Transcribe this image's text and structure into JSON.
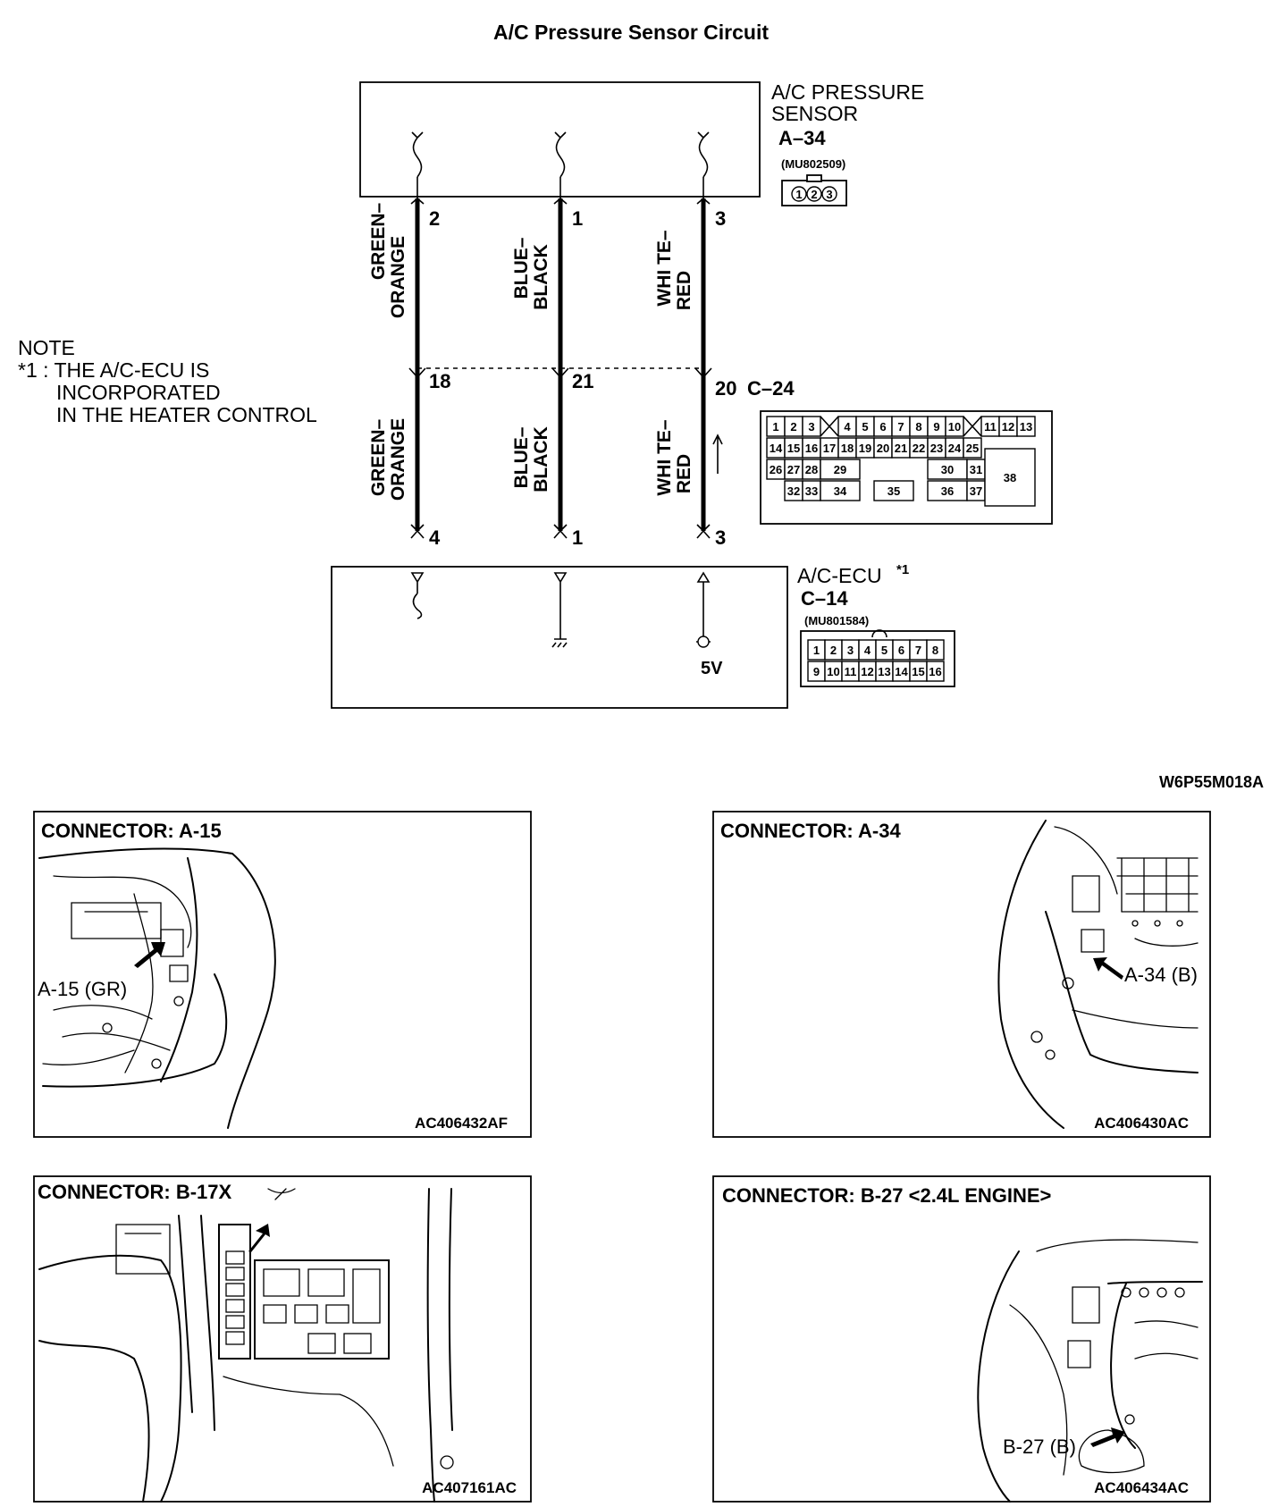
{
  "title": "A/C Pressure Sensor Circuit",
  "sensor": {
    "name_line1": "A/C PRESSURE",
    "name_line2": "SENSOR",
    "id": "A–34",
    "part": "(MU802509)",
    "pins": [
      "1",
      "2",
      "3"
    ]
  },
  "ecu": {
    "name": "A/C-ECU",
    "superscript": "*1",
    "id": "C–14",
    "part": "(MU801584)",
    "pins_row1": [
      "1",
      "2",
      "3",
      "4",
      "5",
      "6",
      "7",
      "8"
    ],
    "pins_row2": [
      "9",
      "10",
      "11",
      "12",
      "13",
      "14",
      "15",
      "16"
    ],
    "supply": "5V"
  },
  "mid_connector": {
    "id": "C–24",
    "row1": [
      "1",
      "2",
      "3",
      "4",
      "5",
      "6",
      "7",
      "8",
      "9",
      "10",
      "11",
      "12",
      "13"
    ],
    "row2": [
      "14",
      "15",
      "16",
      "17",
      "18",
      "19",
      "20",
      "21",
      "22",
      "23",
      "24",
      "25"
    ],
    "row3": [
      "26",
      "27",
      "28",
      "29",
      "30",
      "31"
    ],
    "row4": [
      "32",
      "33",
      "34",
      "35",
      "36",
      "37"
    ],
    "big_pin": "38"
  },
  "wires": [
    {
      "color_line1": "GREEN–",
      "color_line2": "ORANGE",
      "top_pin": "2",
      "mid_pin": "18",
      "bottom_pin": "4"
    },
    {
      "color_line1": "BLUE–",
      "color_line2": "BLACK",
      "top_pin": "1",
      "mid_pin": "21",
      "bottom_pin": "1"
    },
    {
      "color_line1": "WHI TE–",
      "color_line2": "RED",
      "top_pin": "3",
      "mid_pin": "20",
      "bottom_pin": "3"
    }
  ],
  "note": {
    "heading": "NOTE",
    "line1": "*1 : THE A/C-ECU IS",
    "line2": "INCORPORATED",
    "line3": "IN THE HEATER CONTROL"
  },
  "diagram_code": "W6P55M018A",
  "panels": [
    {
      "title": "CONNECTOR: A-15",
      "label": "A-15 (GR)",
      "code": "AC406432AF"
    },
    {
      "title": "CONNECTOR: A-34",
      "label": "A-34 (B)",
      "code": "AC406430AC"
    },
    {
      "title": "CONNECTOR: B-17X",
      "label": "",
      "code": "AC407161AC"
    },
    {
      "title": "CONNECTOR: B-27 <2.4L ENGINE>",
      "label": "B-27 (B)",
      "code": "AC406434AC"
    }
  ]
}
